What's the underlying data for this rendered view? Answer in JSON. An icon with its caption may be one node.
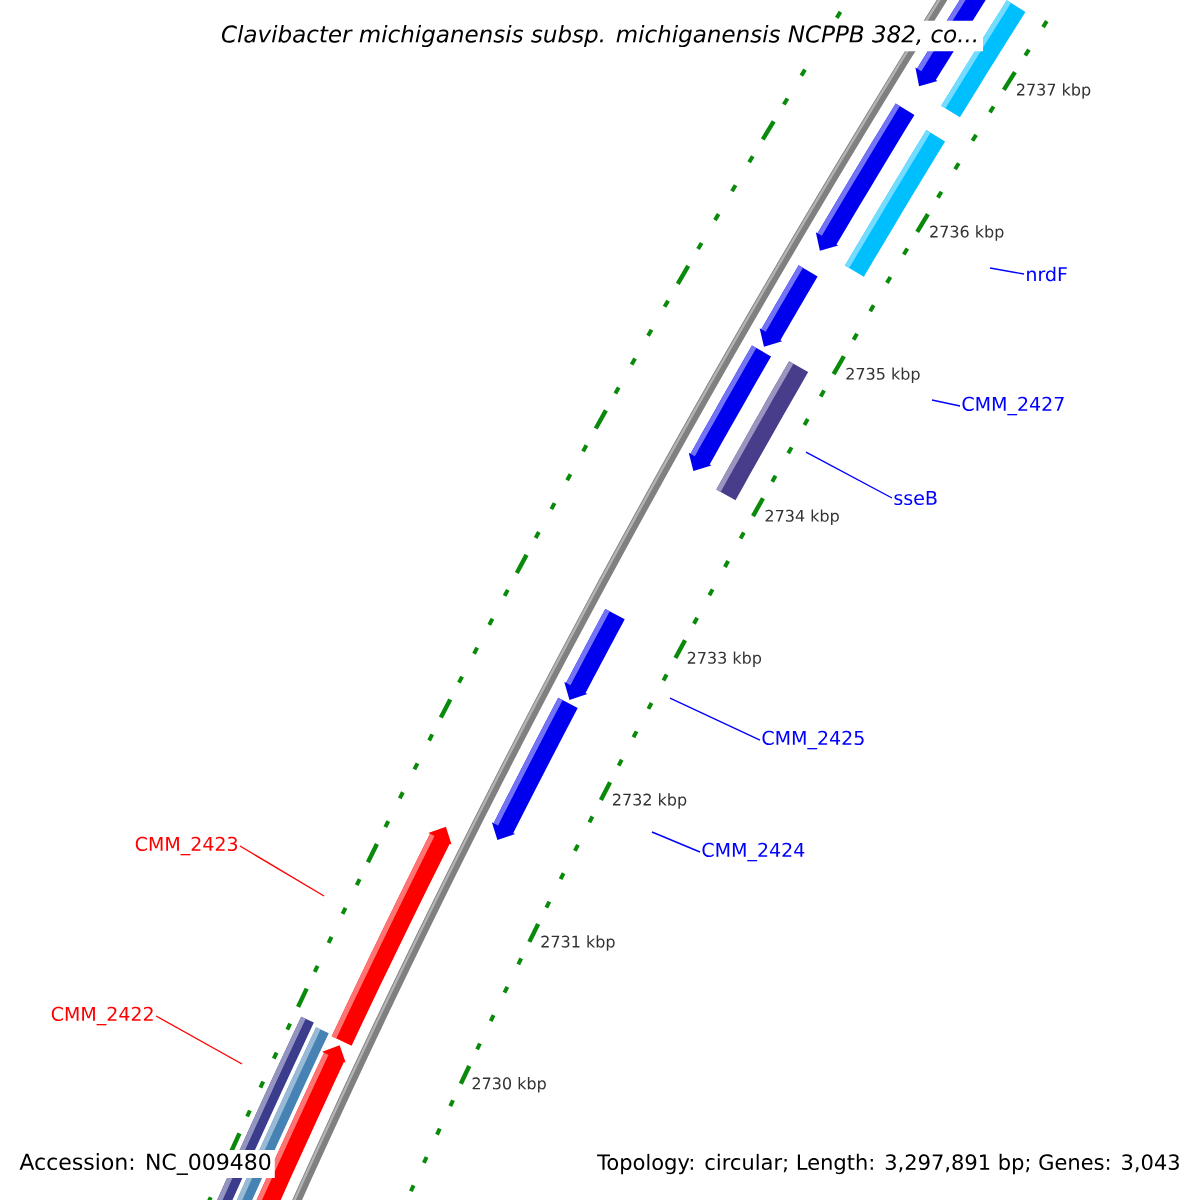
{
  "diagram": {
    "title": "Clavibacter michiganensis subsp. michiganensis NCPPB 382, co...",
    "nodes": [
      {
        "text": [
          "nrdF"
        ]
      },
      {
        "text": [
          "CMM_2427"
        ]
      },
      {
        "text": [
          "sseB"
        ]
      },
      {
        "text": [
          "CMM_2425"
        ]
      },
      {
        "text": [
          "CMM_2424"
        ]
      },
      {
        "text": [
          "CMM_2423"
        ]
      },
      {
        "text": [
          "CMM_2422"
        ]
      }
    ],
    "edges": [
      {
        "from": 0,
        "to": null,
        "arrow": "none"
      },
      {
        "from": 1,
        "to": null,
        "arrow": "none"
      },
      {
        "from": 2,
        "to": null,
        "arrow": "none"
      },
      {
        "from": 3,
        "to": null,
        "arrow": "none"
      },
      {
        "from": 4,
        "to": null,
        "arrow": "none"
      },
      {
        "from": 5,
        "to": null,
        "arrow": "none",
        "color": "#ff0000"
      },
      {
        "from": 6,
        "to": null,
        "arrow": "none",
        "color": "#ff0000"
      }
    ],
    "labels": [
      "2737 kbp",
      "2736 kbp",
      "2735 kbp",
      "2734 kbp",
      "2733 kbp",
      "2732 kbp",
      "2731 kbp",
      "2730 kbp",
      "Accession: NC_009480",
      "Topology: circular; Length: 3,297,891 bp; Genes: 3,043"
    ]
  }
}
